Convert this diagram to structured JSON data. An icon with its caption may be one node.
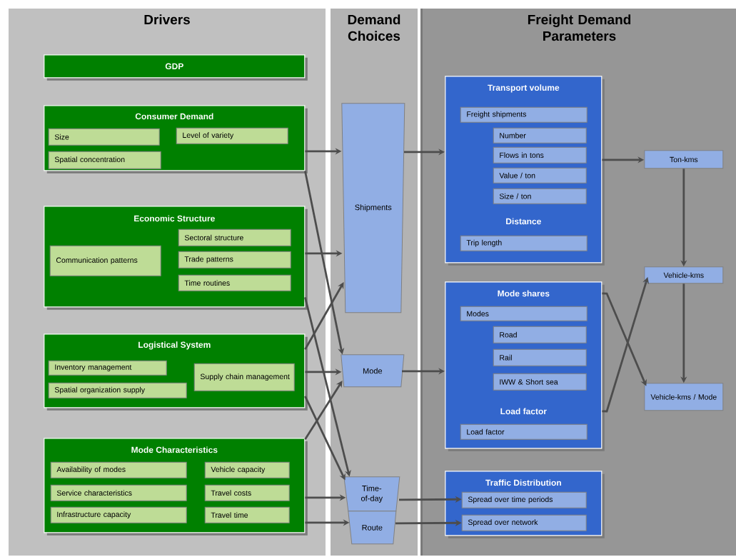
{
  "diagram": {
    "nodes": [
      {
        "text": [
          "Drivers"
        ]
      },
      {
        "text": [
          "Demand Choices"
        ]
      },
      {
        "text": [
          "Freight Demand Parameters"
        ]
      },
      {
        "text": [
          "GDP"
        ],
        "in": 0
      },
      {
        "text": [
          "Consumer Demand"
        ],
        "in": 0
      },
      {
        "text": [
          "Size"
        ],
        "in": 4
      },
      {
        "text": [
          "Level of variety"
        ],
        "in": 4
      },
      {
        "text": [
          "Spatial concentration"
        ],
        "in": 4
      },
      {
        "text": [
          "Economic Structure"
        ],
        "in": 0
      },
      {
        "text": [
          "Sectoral structure"
        ],
        "in": 8
      },
      {
        "text": [
          "Communication patterns"
        ],
        "in": 8
      },
      {
        "text": [
          "Trade patterns"
        ],
        "in": 8
      },
      {
        "text": [
          "Time routines"
        ],
        "in": 8
      },
      {
        "text": [
          "Logistical System"
        ],
        "in": 0
      },
      {
        "text": [
          "Inventory management"
        ],
        "in": 13
      },
      {
        "text": [
          "Supply chain management"
        ],
        "in": 13
      },
      {
        "text": [
          "Spatial organization supply"
        ],
        "in": 13
      },
      {
        "text": [
          "Mode Characteristics"
        ],
        "in": 0
      },
      {
        "text": [
          "Availability of modes"
        ],
        "in": 17
      },
      {
        "text": [
          "Vehicle capacity"
        ],
        "in": 17
      },
      {
        "text": [
          "Service characteristics"
        ],
        "in": 17
      },
      {
        "text": [
          "Travel costs"
        ],
        "in": 17
      },
      {
        "text": [
          "Infrastructure capacity"
        ],
        "in": 17
      },
      {
        "text": [
          "Travel time"
        ],
        "in": 17
      },
      {
        "text": [
          "Shipments"
        ],
        "in": 1
      },
      {
        "text": [
          "Mode"
        ],
        "in": 1
      },
      {
        "text": [
          "Time-of-day"
        ],
        "in": 1
      },
      {
        "text": [
          "Route"
        ],
        "in": 1
      },
      {
        "text": [
          "Transport volume",
          "Distance"
        ],
        "in": 2
      },
      {
        "text": [
          "Freight shipments"
        ],
        "in": 28
      },
      {
        "text": [
          "Number"
        ],
        "in": 28
      },
      {
        "text": [
          "Flows in tons"
        ],
        "in": 28
      },
      {
        "text": [
          "Value / ton"
        ],
        "in": 28
      },
      {
        "text": [
          "Size / ton"
        ],
        "in": 28
      },
      {
        "text": [
          "Trip length"
        ],
        "in": 28
      },
      {
        "text": [
          "Mode shares",
          "Load factor"
        ],
        "in": 2
      },
      {
        "text": [
          "Modes"
        ],
        "in": 35
      },
      {
        "text": [
          "Road"
        ],
        "in": 35
      },
      {
        "text": [
          "Rail"
        ],
        "in": 35
      },
      {
        "text": [
          "IWW & Short sea"
        ],
        "in": 35
      },
      {
        "text": [
          "Load factor"
        ],
        "in": 35
      },
      {
        "text": [
          "Traffic Distribution"
        ],
        "in": 2
      },
      {
        "text": [
          "Spread over time periods"
        ],
        "in": 41
      },
      {
        "text": [
          "Spread over network"
        ],
        "in": 41
      },
      {
        "text": [
          "Ton-kms"
        ],
        "in": 2
      },
      {
        "text": [
          "Vehicle-kms"
        ],
        "in": 2
      },
      {
        "text": [
          "Vehicle-kms / Mode"
        ],
        "in": 2
      }
    ],
    "edges": [
      {
        "from": 4,
        "to": 24,
        "arrow": "to"
      },
      {
        "from": 4,
        "to": 25,
        "arrow": "to"
      },
      {
        "from": 8,
        "to": 24,
        "arrow": "to"
      },
      {
        "from": 8,
        "to": 26,
        "arrow": "to"
      },
      {
        "from": 13,
        "to": 24,
        "arrow": "to"
      },
      {
        "from": 13,
        "to": 25,
        "arrow": "to"
      },
      {
        "from": 13,
        "to": 26,
        "arrow": "to"
      },
      {
        "from": 17,
        "to": 25,
        "arrow": "to"
      },
      {
        "from": 17,
        "to": 26,
        "arrow": "to"
      },
      {
        "from": 17,
        "to": 27,
        "arrow": "to"
      },
      {
        "from": 24,
        "to": 28,
        "arrow": "to"
      },
      {
        "from": 25,
        "to": 35,
        "arrow": "to"
      },
      {
        "from": 26,
        "to": 42,
        "arrow": "to"
      },
      {
        "from": 27,
        "to": 43,
        "arrow": "to"
      },
      {
        "from": 28,
        "to": 44,
        "arrow": "to"
      },
      {
        "from": 44,
        "to": 45,
        "arrow": "to"
      },
      {
        "from": 45,
        "to": 46,
        "arrow": "to"
      },
      {
        "from": 35,
        "to": 46,
        "arrow": "to"
      },
      {
        "from": 35,
        "to": 45,
        "arrow": "to"
      }
    ]
  }
}
